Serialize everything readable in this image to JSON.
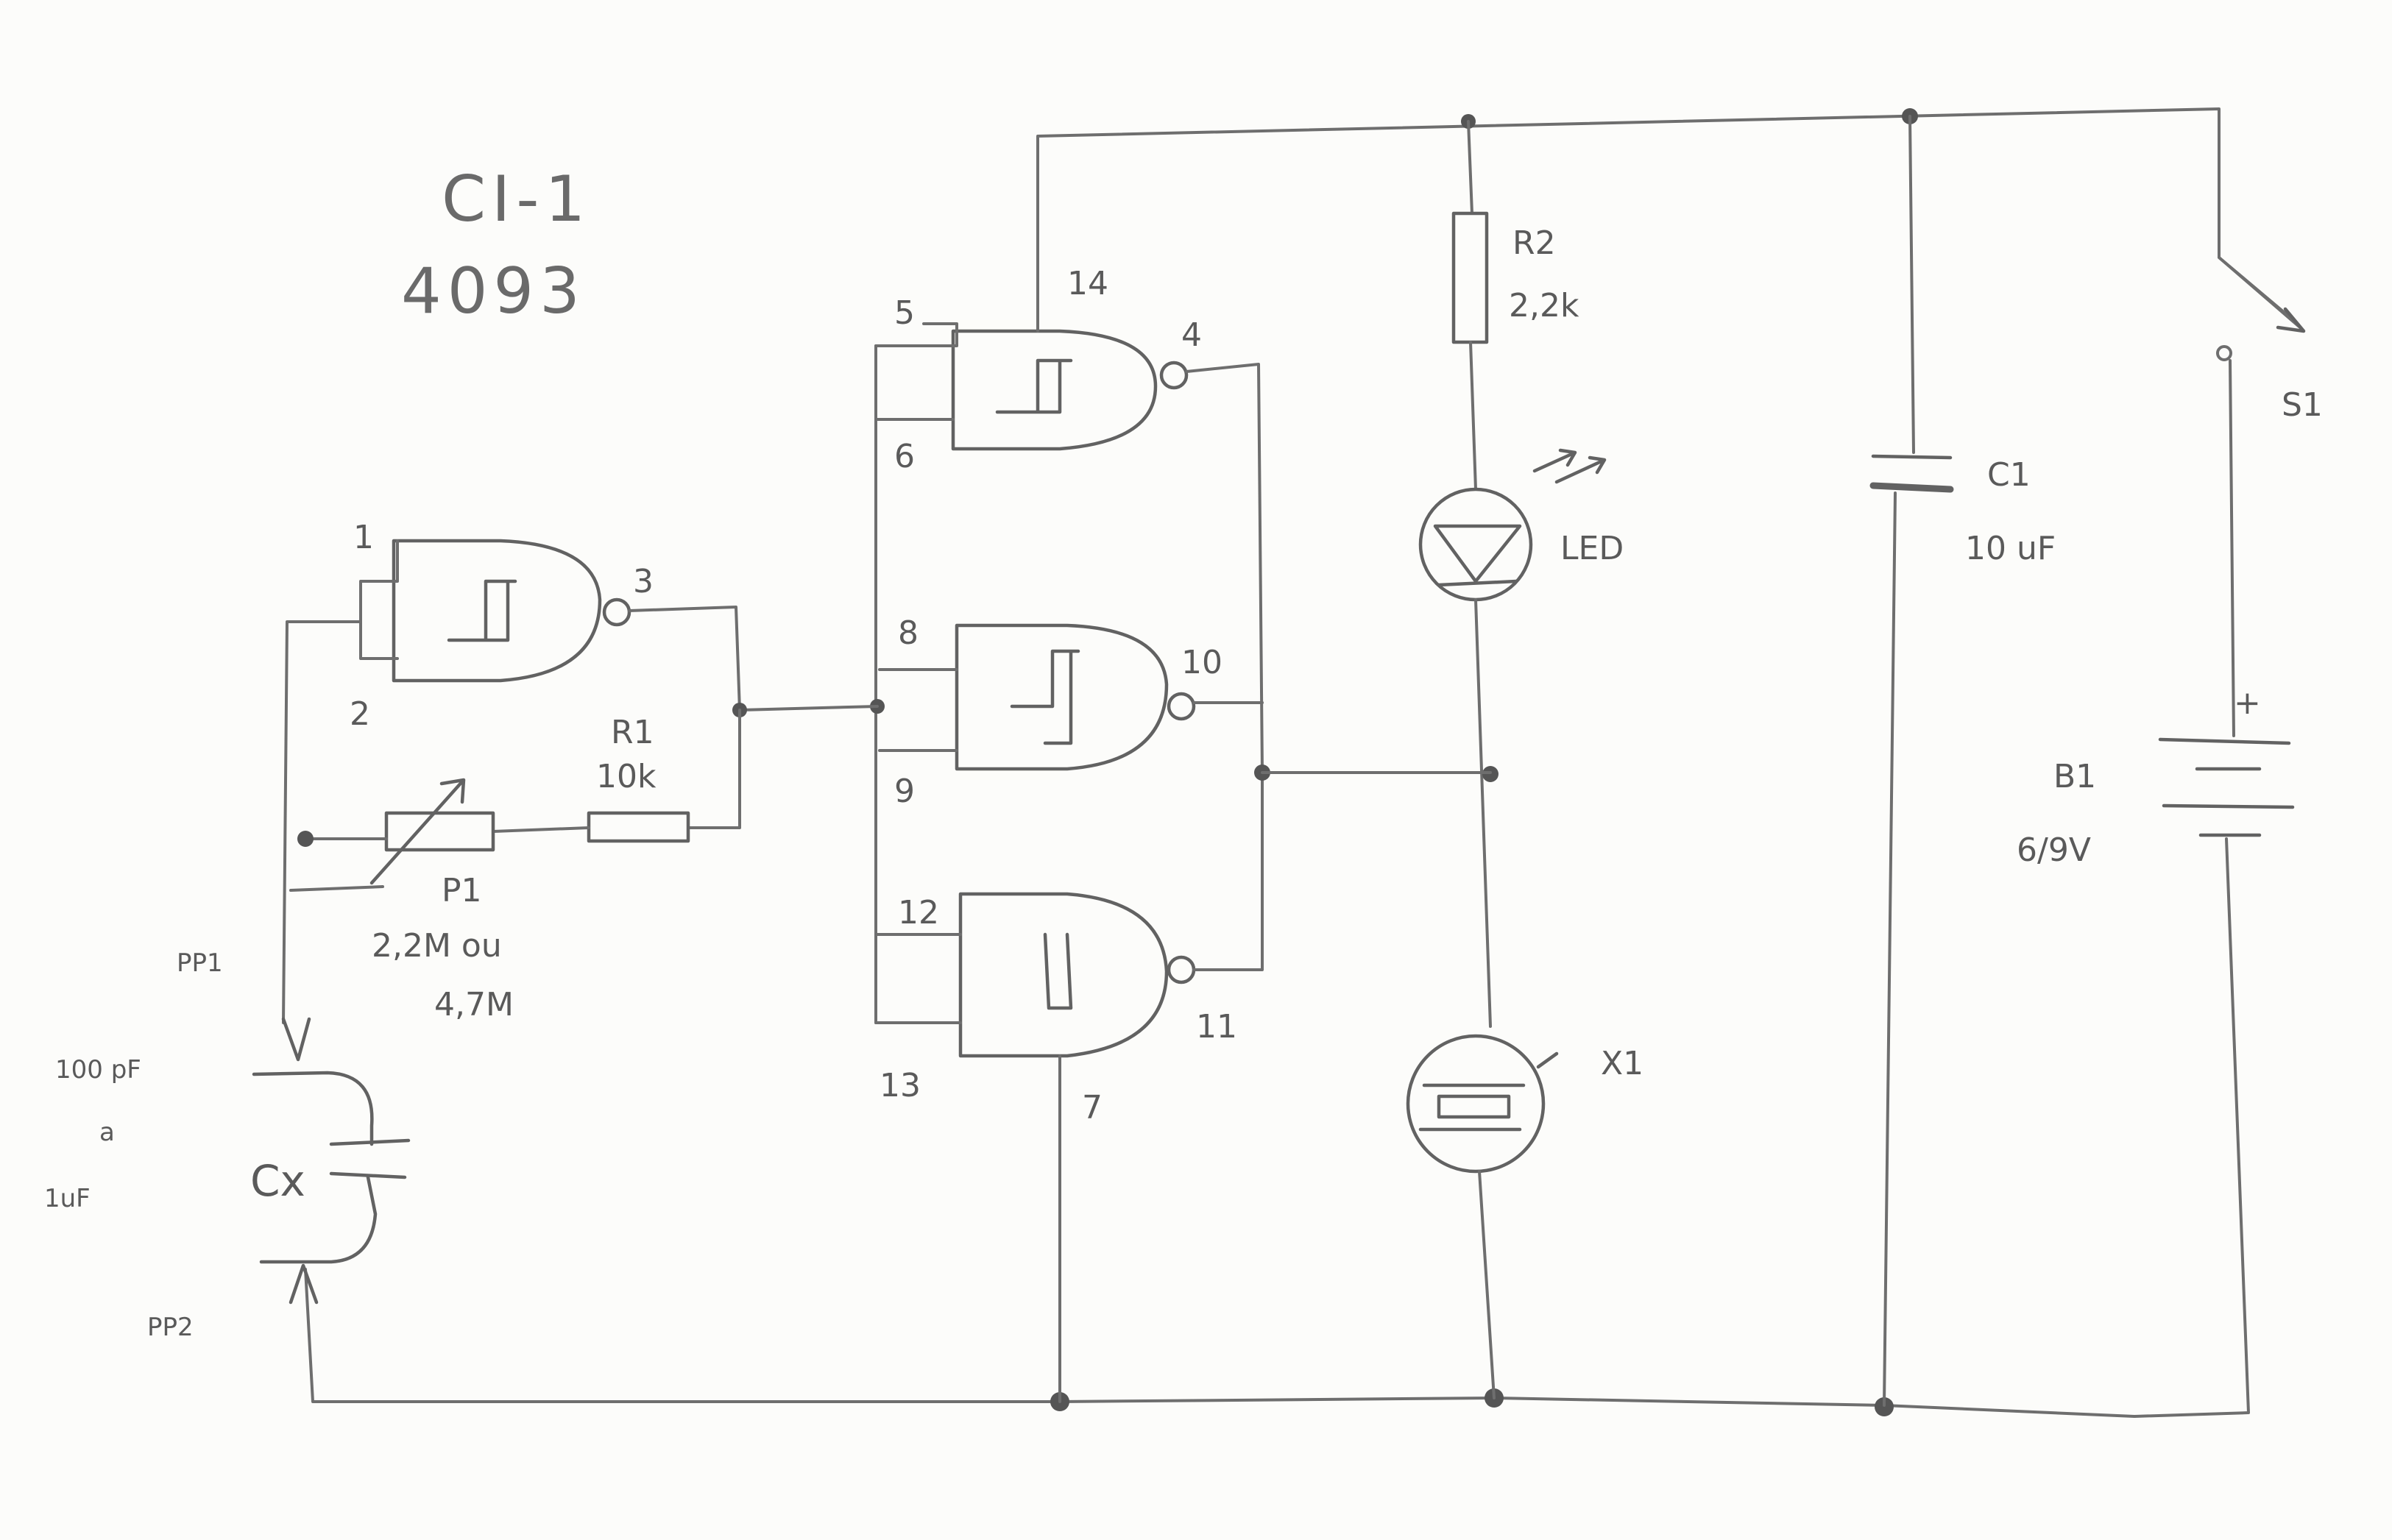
{
  "title": {
    "line1": "CI-1",
    "line2": "4093"
  },
  "pins": {
    "p1": "1",
    "p2": "2",
    "p3": "3",
    "p4": "4",
    "p5": "5",
    "p6": "6",
    "p7": "7",
    "p8": "8",
    "p9": "9",
    "p10": "10",
    "p11": "11",
    "p12": "12",
    "p13": "13",
    "p14": "14"
  },
  "components": {
    "r1": {
      "name": "R1",
      "value": "10k"
    },
    "r2": {
      "name": "R2",
      "value": "2,2k"
    },
    "p1": {
      "name": "P1",
      "value_line1": "2,2M ou",
      "value_line2": "4,7M"
    },
    "led": {
      "name": "LED"
    },
    "c1": {
      "name": "C1",
      "value": "10 uF"
    },
    "x1": {
      "name": "X1"
    },
    "s1": {
      "name": "S1"
    },
    "b1": {
      "name": "B1",
      "value": "6/9V",
      "plus": "+"
    },
    "cx": {
      "name": "Cx",
      "range_line1": "100 pF",
      "range_line2": "a",
      "range_line3": "1uF"
    },
    "pp1": {
      "name": "PP1"
    },
    "pp2": {
      "name": "PP2"
    }
  }
}
